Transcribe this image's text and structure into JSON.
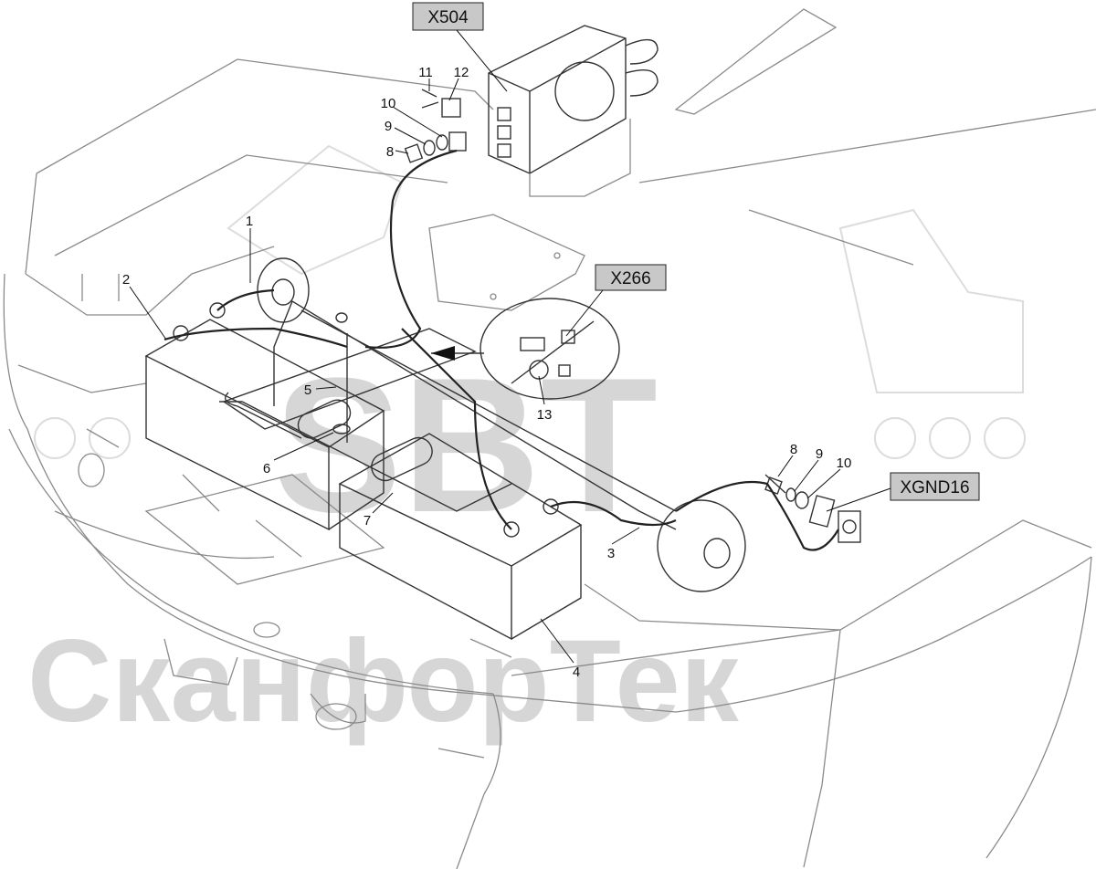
{
  "watermark": {
    "main": "SBT",
    "bottom": "СканфорТек"
  },
  "tags": {
    "x504": "X504",
    "x266": "X266",
    "xgnd16": "XGND16"
  },
  "callouts": {
    "c1": "1",
    "c2": "2",
    "c3": "3",
    "c4": "4",
    "c5": "5",
    "c6": "6",
    "c7": "7",
    "c8_top": "8",
    "c9_top": "9",
    "c10_top": "10",
    "c11": "11",
    "c12": "12",
    "c13": "13",
    "c8_right": "8",
    "c9_right": "9",
    "c10_right": "10"
  },
  "colors": {
    "tag_fill": "#c8c8c8",
    "line": "#111111",
    "outline": "#8a8a8a"
  }
}
